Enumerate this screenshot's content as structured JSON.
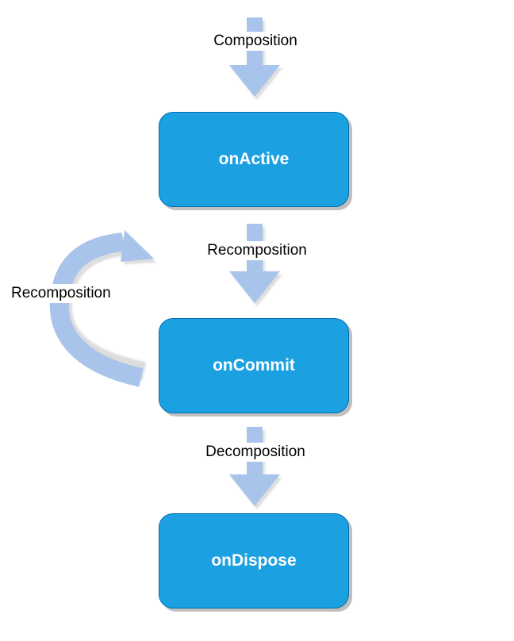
{
  "nodes": {
    "active": {
      "label": "onActive"
    },
    "commit": {
      "label": "onCommit"
    },
    "dispose": {
      "label": "onDispose"
    }
  },
  "edges": {
    "composition": {
      "label": "Composition"
    },
    "recomposition": {
      "label": "Recomposition"
    },
    "decomposition": {
      "label": "Decomposition"
    },
    "self_recomposition": {
      "label": "Recomposition"
    }
  },
  "colors": {
    "node_fill": "#1ba1e2",
    "node_border": "#006eaf",
    "node_text": "#ffffff",
    "arrow_fill": "#a9c4eb",
    "arrow_shadow": "#c2c2c2"
  }
}
